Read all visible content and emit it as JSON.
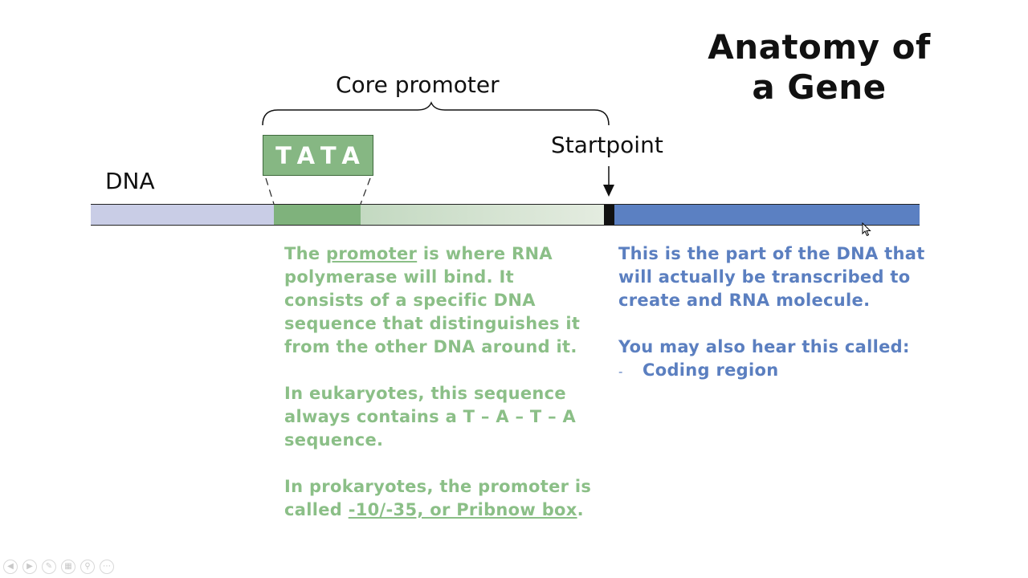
{
  "slide": {
    "title": "Anatomy of a Gene",
    "diagram": {
      "core_promoter_label": "Core promoter",
      "startpoint_label": "Startpoint",
      "dna_label": "DNA",
      "tata_label": "TATA"
    },
    "promoter_text": {
      "para1_prefix": "The ",
      "para1_link": "promoter",
      "para1_rest": " is where RNA polymerase will bind. It consists of a specific DNA sequence that distinguishes it from the other DNA around it.",
      "para2": "In eukaryotes, this sequence always contains a T – A – T – A sequence.",
      "para3_prefix": "In prokaryotes, the promoter is called ",
      "para3_link": "-10/-35, or Pribnow box",
      "para3_suffix": "."
    },
    "coding_text": {
      "para1": "This is the part of the DNA that will actually be transcribed to create and RNA molecule.",
      "para2": "You may also hear this called:",
      "bullet_dash": "-",
      "bullet1": "Coding region"
    }
  },
  "colors": {
    "promoter_green": "#8bbf87",
    "tata_green": "#86b783",
    "coding_blue": "#5b7fc0",
    "upstream_lavender": "#c9cde6"
  },
  "toolbar_icons": [
    "prev-icon",
    "next-icon",
    "pen-icon",
    "slides-icon",
    "zoom-icon",
    "more-icon"
  ]
}
